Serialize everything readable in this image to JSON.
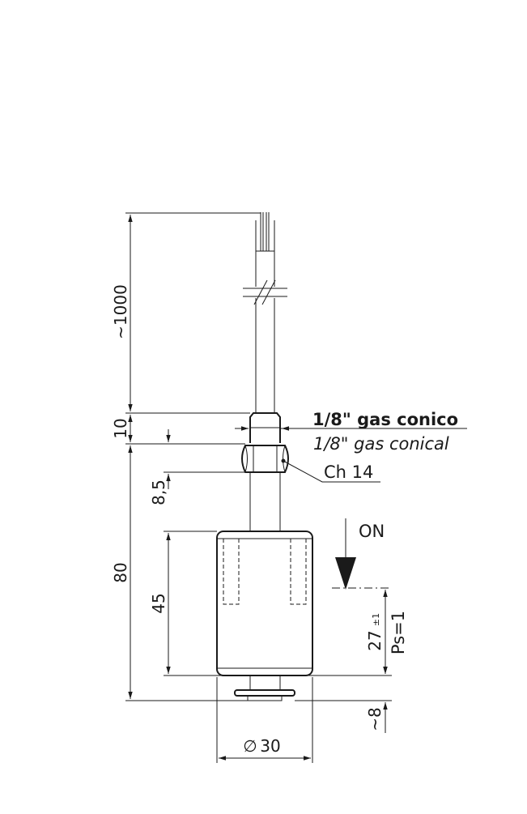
{
  "dimensions": {
    "cable_length": "~1000",
    "thread_length": "10",
    "nut_height": "8,5",
    "overall_length": "80",
    "float_height": "45",
    "switch_point": "27",
    "switch_tolerance": "±1",
    "bottom_length": "~8",
    "diameter_symbol": "∅",
    "diameter_value": "30"
  },
  "labels": {
    "thread_it": "1/8\" gas conico",
    "thread_en": "1/8\" gas conical",
    "wrench": "Ch 14",
    "on": "ON",
    "ps": "Ps=1"
  }
}
